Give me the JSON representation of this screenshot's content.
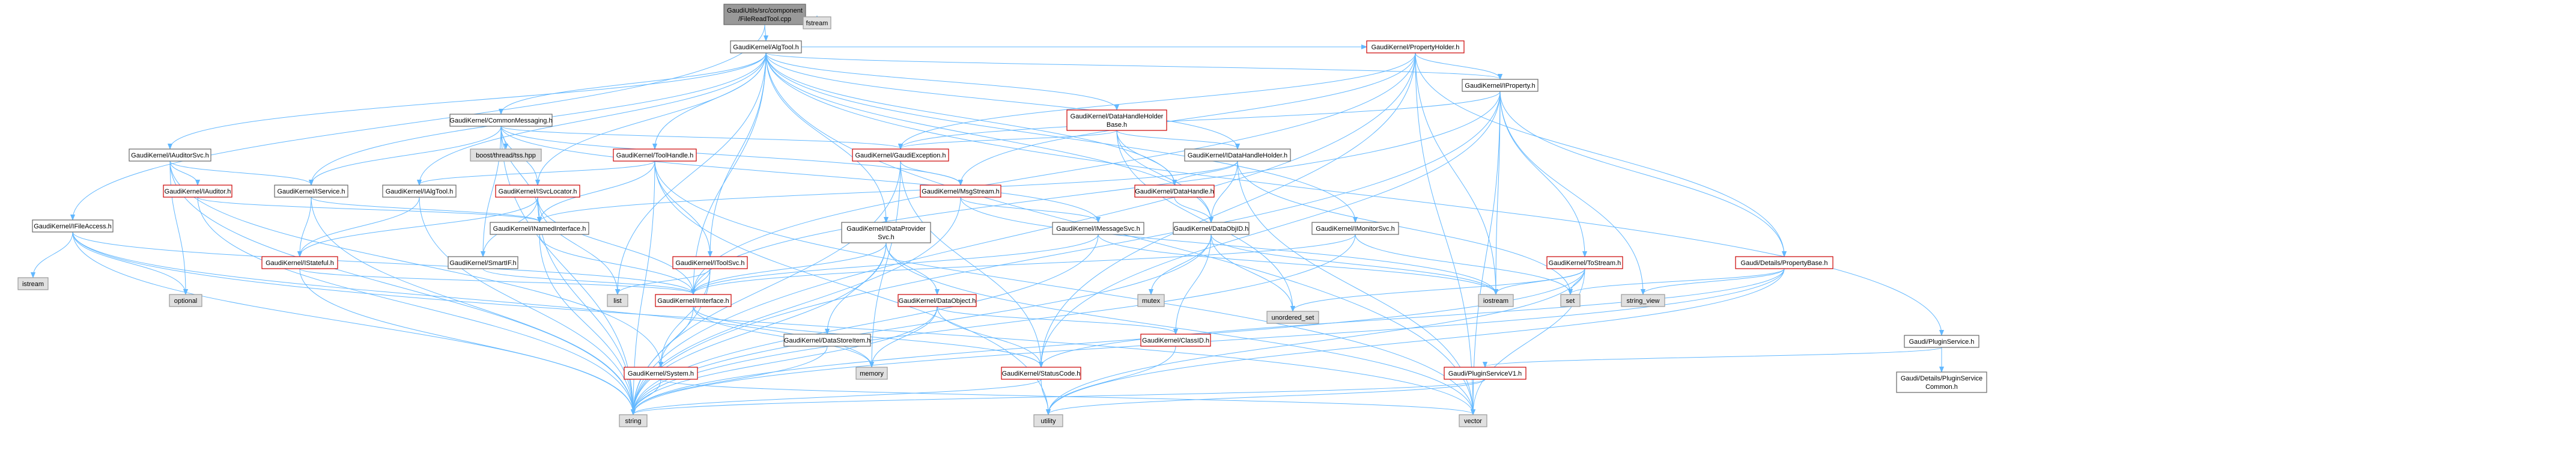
{
  "colors": {
    "root_fill": "#999999",
    "root_border": "#666666",
    "node_fill": "#ffffff",
    "node_border": "#666666",
    "red_border": "#cc0000",
    "system_fill": "#e0e0e0",
    "system_border": "#999999",
    "edge": "#63b8ff"
  },
  "nodes": [
    {
      "id": "root",
      "style": "root",
      "lines": [
        "GaudiUtils/src/component",
        "/FileReadTool.cpp"
      ]
    },
    {
      "id": "fstream",
      "style": "system",
      "lines": [
        "fstream"
      ]
    },
    {
      "id": "ialgtool",
      "style": "plain",
      "lines": [
        "GaudiKernel/AlgTool.h"
      ]
    },
    {
      "id": "ifileaccess",
      "style": "plain",
      "lines": [
        "GaudiKernel/IFileAccess.h"
      ]
    },
    {
      "id": "iauditorsvc",
      "style": "plain",
      "lines": [
        "GaudiKernel/IAuditorSvc.h"
      ]
    },
    {
      "id": "commonmsg",
      "style": "plain",
      "lines": [
        "GaudiKernel/CommonMessaging.h"
      ]
    },
    {
      "id": "toolhandle",
      "style": "red",
      "lines": [
        "GaudiKernel/ToolHandle.h"
      ]
    },
    {
      "id": "datahandleholder",
      "style": "red",
      "lines": [
        "GaudiKernel/DataHandleHolder",
        "Base.h"
      ]
    },
    {
      "id": "propertyholder",
      "style": "red",
      "lines": [
        "GaudiKernel/PropertyHolder.h"
      ]
    },
    {
      "id": "iproperty",
      "style": "plain",
      "lines": [
        "GaudiKernel/IProperty.h"
      ]
    },
    {
      "id": "idatahandleholder",
      "style": "plain",
      "lines": [
        "GaudiKernel/IDataHandleHolder.h"
      ]
    },
    {
      "id": "iauditor",
      "style": "red",
      "lines": [
        "GaudiKernel/IAuditor.h"
      ]
    },
    {
      "id": "iservice",
      "style": "plain",
      "lines": [
        "GaudiKernel/IService.h"
      ]
    },
    {
      "id": "boostthread",
      "style": "system",
      "lines": [
        "boost/thread/tss.hpp"
      ]
    },
    {
      "id": "ialgtoolh",
      "style": "plain",
      "lines": [
        "GaudiKernel/IAlgTool.h"
      ]
    },
    {
      "id": "isvclocator",
      "style": "red",
      "lines": [
        "GaudiKernel/ISvcLocator.h"
      ]
    },
    {
      "id": "gaudiexception",
      "style": "red",
      "lines": [
        "GaudiKernel/GaudiException.h"
      ]
    },
    {
      "id": "msgstream",
      "style": "red",
      "lines": [
        "GaudiKernel/MsgStream.h"
      ]
    },
    {
      "id": "datahandle",
      "style": "red",
      "lines": [
        "GaudiKernel/DataHandle.h"
      ]
    },
    {
      "id": "istateful",
      "style": "red",
      "lines": [
        "GaudiKernel/IStateful.h"
      ]
    },
    {
      "id": "inamedinterface",
      "style": "plain",
      "lines": [
        "GaudiKernel/INamedInterface.h"
      ]
    },
    {
      "id": "smartif",
      "style": "plain",
      "lines": [
        "GaudiKernel/SmartIF.h"
      ]
    },
    {
      "id": "itoolsvc",
      "style": "red",
      "lines": [
        "GaudiKernel/IToolSvc.h"
      ]
    },
    {
      "id": "idataprovidersvc",
      "style": "plain",
      "lines": [
        "GaudiKernel/IDataProvider",
        "Svc.h"
      ]
    },
    {
      "id": "imessagesvc",
      "style": "plain",
      "lines": [
        "GaudiKernel/IMessageSvc.h"
      ]
    },
    {
      "id": "dataobjid",
      "style": "plain",
      "lines": [
        "GaudiKernel/DataObjID.h"
      ]
    },
    {
      "id": "imonitorsvc",
      "style": "plain",
      "lines": [
        "GaudiKernel/IMonitorSvc.h"
      ]
    },
    {
      "id": "tostream",
      "style": "red",
      "lines": [
        "GaudiKernel/ToStream.h"
      ]
    },
    {
      "id": "propertybase",
      "style": "red",
      "lines": [
        "Gaudi/Details/PropertyBase.h"
      ]
    },
    {
      "id": "pluginservice",
      "style": "plain",
      "lines": [
        "Gaudi/PluginService.h"
      ]
    },
    {
      "id": "iinterface",
      "style": "red",
      "lines": [
        "GaudiKernel/IInterface.h"
      ]
    },
    {
      "id": "dataobject",
      "style": "red",
      "lines": [
        "GaudiKernel/DataObject.h"
      ]
    },
    {
      "id": "datastoreitem",
      "style": "plain",
      "lines": [
        "GaudiKernel/DataStoreItem.h"
      ]
    },
    {
      "id": "system",
      "style": "red",
      "lines": [
        "GaudiKernel/System.h"
      ]
    },
    {
      "id": "statuscode",
      "style": "red",
      "lines": [
        "GaudiKernel/StatusCode.h"
      ]
    },
    {
      "id": "classid",
      "style": "red",
      "lines": [
        "GaudiKernel/ClassID.h"
      ]
    },
    {
      "id": "pluginservicev1",
      "style": "red",
      "lines": [
        "Gaudi/PluginServiceV1.h"
      ]
    },
    {
      "id": "pluginservicecommon",
      "style": "plain",
      "lines": [
        "Gaudi/Details/PluginService",
        "Common.h"
      ]
    },
    {
      "id": "istream",
      "style": "system",
      "lines": [
        "istream"
      ]
    },
    {
      "id": "optional",
      "style": "system",
      "lines": [
        "optional"
      ]
    },
    {
      "id": "list",
      "style": "system",
      "lines": [
        "list"
      ]
    },
    {
      "id": "memory",
      "style": "system",
      "lines": [
        "memory"
      ]
    },
    {
      "id": "mutex",
      "style": "system",
      "lines": [
        "mutex"
      ]
    },
    {
      "id": "unordered_set",
      "style": "system",
      "lines": [
        "unordered_set"
      ]
    },
    {
      "id": "iostream",
      "style": "system",
      "lines": [
        "iostream"
      ]
    },
    {
      "id": "set",
      "style": "system",
      "lines": [
        "set"
      ]
    },
    {
      "id": "string_view",
      "style": "system",
      "lines": [
        "string_view"
      ]
    },
    {
      "id": "string",
      "style": "system",
      "lines": [
        "string"
      ]
    },
    {
      "id": "utility",
      "style": "system",
      "lines": [
        "utility"
      ]
    },
    {
      "id": "vector",
      "style": "system",
      "lines": [
        "vector"
      ]
    }
  ],
  "edges": [
    [
      "root",
      "ialgtool"
    ],
    [
      "root",
      "fstream"
    ],
    [
      "root",
      "ifileaccess"
    ],
    [
      "ialgtool",
      "iauditorsvc"
    ],
    [
      "ialgtool",
      "commonmsg"
    ],
    [
      "ialgtool",
      "toolhandle"
    ],
    [
      "ialgtool",
      "datahandleholder"
    ],
    [
      "ialgtool",
      "propertyholder"
    ],
    [
      "ialgtool",
      "iproperty"
    ],
    [
      "ialgtool",
      "iservice"
    ],
    [
      "ialgtool",
      "ialgtoolh"
    ],
    [
      "ialgtool",
      "isvclocator"
    ],
    [
      "ialgtool",
      "itoolsvc"
    ],
    [
      "ialgtool",
      "idataprovidersvc"
    ],
    [
      "ialgtool",
      "imonitorsvc"
    ],
    [
      "ialgtool",
      "pluginservice"
    ],
    [
      "ialgtool",
      "idatahandleholder"
    ],
    [
      "ialgtool",
      "datahandle"
    ],
    [
      "ialgtool",
      "list"
    ],
    [
      "ialgtool",
      "vector"
    ],
    [
      "ialgtool",
      "dataobjid"
    ],
    [
      "ialgtool",
      "iinterface"
    ],
    [
      "ifileaccess",
      "iinterface"
    ],
    [
      "ifileaccess",
      "istream"
    ],
    [
      "ifileaccess",
      "optional"
    ],
    [
      "ifileaccess",
      "memory"
    ],
    [
      "ifileaccess",
      "string"
    ],
    [
      "ifileaccess",
      "vector"
    ],
    [
      "iauditorsvc",
      "iauditor"
    ],
    [
      "iauditorsvc",
      "iservice"
    ],
    [
      "iauditorsvc",
      "optional"
    ],
    [
      "iauditorsvc",
      "string"
    ],
    [
      "iauditorsvc",
      "system"
    ],
    [
      "iauditor",
      "inamedinterface"
    ],
    [
      "iauditor",
      "string"
    ],
    [
      "commonmsg",
      "boostthread"
    ],
    [
      "commonmsg",
      "gaudiexception"
    ],
    [
      "commonmsg",
      "msgstream"
    ],
    [
      "commonmsg",
      "iservice"
    ],
    [
      "commonmsg",
      "isvclocator"
    ],
    [
      "commonmsg",
      "imessagesvc"
    ],
    [
      "commonmsg",
      "smartif"
    ],
    [
      "commonmsg",
      "inamedinterface"
    ],
    [
      "commonmsg",
      "string"
    ],
    [
      "toolhandle",
      "ialgtoolh"
    ],
    [
      "toolhandle",
      "inamedinterface"
    ],
    [
      "toolhandle",
      "itoolsvc"
    ],
    [
      "toolhandle",
      "string"
    ],
    [
      "toolhandle",
      "vector"
    ],
    [
      "toolhandle",
      "utility"
    ],
    [
      "datahandleholder",
      "gaudiexception"
    ],
    [
      "datahandleholder",
      "idatahandleholder"
    ],
    [
      "datahandleholder",
      "datahandle"
    ],
    [
      "datahandleholder",
      "dataobjid"
    ],
    [
      "datahandleholder",
      "unordered_set"
    ],
    [
      "propertyholder",
      "iproperty"
    ],
    [
      "propertyholder",
      "gaudiexception"
    ],
    [
      "propertyholder",
      "msgstream"
    ],
    [
      "propertyholder",
      "propertybase"
    ],
    [
      "propertyholder",
      "iinterface"
    ],
    [
      "propertyholder",
      "iostream"
    ],
    [
      "propertyholder",
      "string"
    ],
    [
      "propertyholder",
      "vector"
    ],
    [
      "propertyholder",
      "statuscode"
    ],
    [
      "iproperty",
      "iinterface"
    ],
    [
      "iproperty",
      "tostream"
    ],
    [
      "iproperty",
      "propertybase"
    ],
    [
      "iproperty",
      "string"
    ],
    [
      "iproperty",
      "vector"
    ],
    [
      "iproperty",
      "iostream"
    ],
    [
      "iproperty",
      "string_view"
    ],
    [
      "iproperty",
      "statuscode"
    ],
    [
      "iproperty",
      "gaudiexception"
    ],
    [
      "idatahandleholder",
      "inamedinterface"
    ],
    [
      "idatahandleholder",
      "datahandle"
    ],
    [
      "idatahandleholder",
      "dataobjid"
    ],
    [
      "idatahandleholder",
      "set"
    ],
    [
      "idatahandleholder",
      "vector"
    ],
    [
      "iservice",
      "istateful"
    ],
    [
      "iservice",
      "inamedinterface"
    ],
    [
      "iservice",
      "string"
    ],
    [
      "ialgtoolh",
      "istateful"
    ],
    [
      "ialgtoolh",
      "string"
    ],
    [
      "isvclocator",
      "istateful"
    ],
    [
      "isvclocator",
      "smartif"
    ],
    [
      "isvclocator",
      "iinterface"
    ],
    [
      "isvclocator",
      "string"
    ],
    [
      "isvclocator",
      "list"
    ],
    [
      "gaudiexception",
      "msgstream"
    ],
    [
      "gaudiexception",
      "statuscode"
    ],
    [
      "gaudiexception",
      "string"
    ],
    [
      "gaudiexception",
      "memory"
    ],
    [
      "msgstream",
      "imessagesvc"
    ],
    [
      "msgstream",
      "iostream"
    ],
    [
      "msgstream",
      "string"
    ],
    [
      "datahandle",
      "dataobjid"
    ],
    [
      "istateful",
      "iinterface"
    ],
    [
      "istateful",
      "string"
    ],
    [
      "inamedinterface",
      "iinterface"
    ],
    [
      "inamedinterface",
      "string"
    ],
    [
      "smartif",
      "iinterface"
    ],
    [
      "itoolsvc",
      "iinterface"
    ],
    [
      "itoolsvc",
      "system"
    ],
    [
      "itoolsvc",
      "list"
    ],
    [
      "itoolsvc",
      "string"
    ],
    [
      "idataprovidersvc",
      "iinterface"
    ],
    [
      "idataprovidersvc",
      "dataobject"
    ],
    [
      "idataprovidersvc",
      "datastoreitem"
    ],
    [
      "idataprovidersvc",
      "string"
    ],
    [
      "idataprovidersvc",
      "vector"
    ],
    [
      "imessagesvc",
      "iinterface"
    ],
    [
      "imessagesvc",
      "iostream"
    ],
    [
      "imessagesvc",
      "string"
    ],
    [
      "dataobjid",
      "classid"
    ],
    [
      "dataobjid",
      "mutex"
    ],
    [
      "dataobjid",
      "unordered_set"
    ],
    [
      "dataobjid",
      "iostream"
    ],
    [
      "dataobjid",
      "string"
    ],
    [
      "imonitorsvc",
      "iinterface"
    ],
    [
      "imonitorsvc",
      "set"
    ],
    [
      "imonitorsvc",
      "string"
    ],
    [
      "tostream",
      "iostream"
    ],
    [
      "tostream",
      "set"
    ],
    [
      "tostream",
      "string"
    ],
    [
      "tostream",
      "vector"
    ],
    [
      "tostream",
      "unordered_set"
    ],
    [
      "tostream",
      "utility"
    ],
    [
      "propertybase",
      "string"
    ],
    [
      "propertybase",
      "string_view"
    ],
    [
      "propertybase",
      "set"
    ],
    [
      "propertybase",
      "utility"
    ],
    [
      "propertybase",
      "statuscode"
    ],
    [
      "pluginservice",
      "pluginservicev1"
    ],
    [
      "pluginservice",
      "pluginservicecommon"
    ],
    [
      "pluginservicev1",
      "string"
    ],
    [
      "pluginservicev1",
      "utility"
    ],
    [
      "iinterface",
      "system"
    ],
    [
      "iinterface",
      "statuscode"
    ],
    [
      "iinterface",
      "memory"
    ],
    [
      "dataobject",
      "classid"
    ],
    [
      "dataobject",
      "statuscode"
    ],
    [
      "dataobject",
      "memory"
    ],
    [
      "dataobject",
      "string"
    ],
    [
      "datastoreitem",
      "string"
    ],
    [
      "system",
      "string"
    ],
    [
      "system",
      "vector"
    ],
    [
      "statuscode",
      "utility"
    ],
    [
      "statuscode",
      "string"
    ],
    [
      "classid",
      "utility"
    ]
  ]
}
